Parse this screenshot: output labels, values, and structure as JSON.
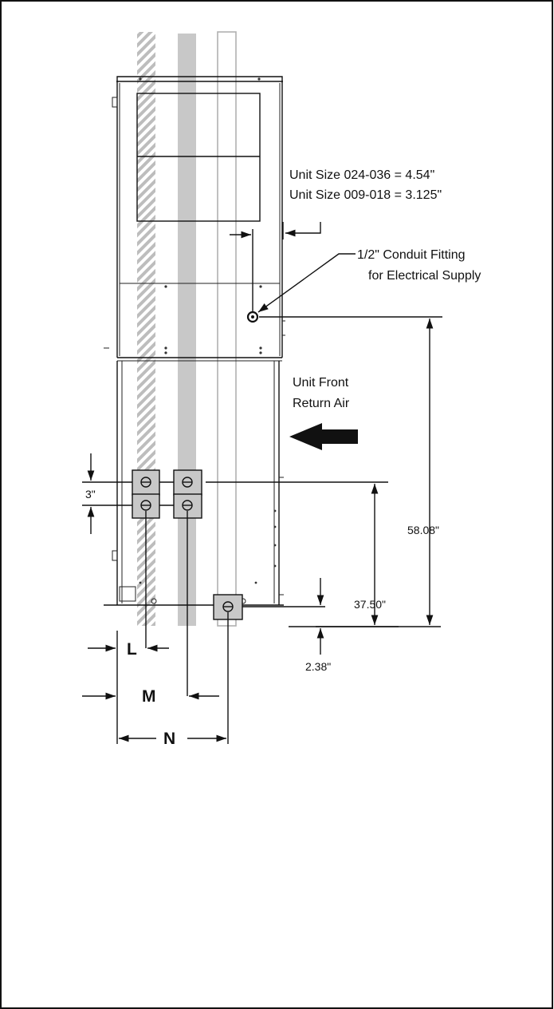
{
  "labels": {
    "unit_size_large": "Unit Size 024-036 = 4.54\"",
    "unit_size_small": "Unit Size 009-018 = 3.125\"",
    "conduit_line1": "1/2\" Conduit Fitting",
    "conduit_line2": "for Electrical Supply",
    "return_air_line1": "Unit Front",
    "return_air_line2": "Return Air",
    "dim_spacing": "3\"",
    "dim_overall": "58.08\"",
    "dim_pipes": "37.50\"",
    "dim_bottom": "2.38\"",
    "dim_L": "L",
    "dim_M": "M",
    "dim_N": "N"
  },
  "colors": {
    "line": "#111111",
    "pipe_gray": "#c8c8c8",
    "pipe_light": "#b0b0b0",
    "hatch": "#bdbdbd"
  }
}
